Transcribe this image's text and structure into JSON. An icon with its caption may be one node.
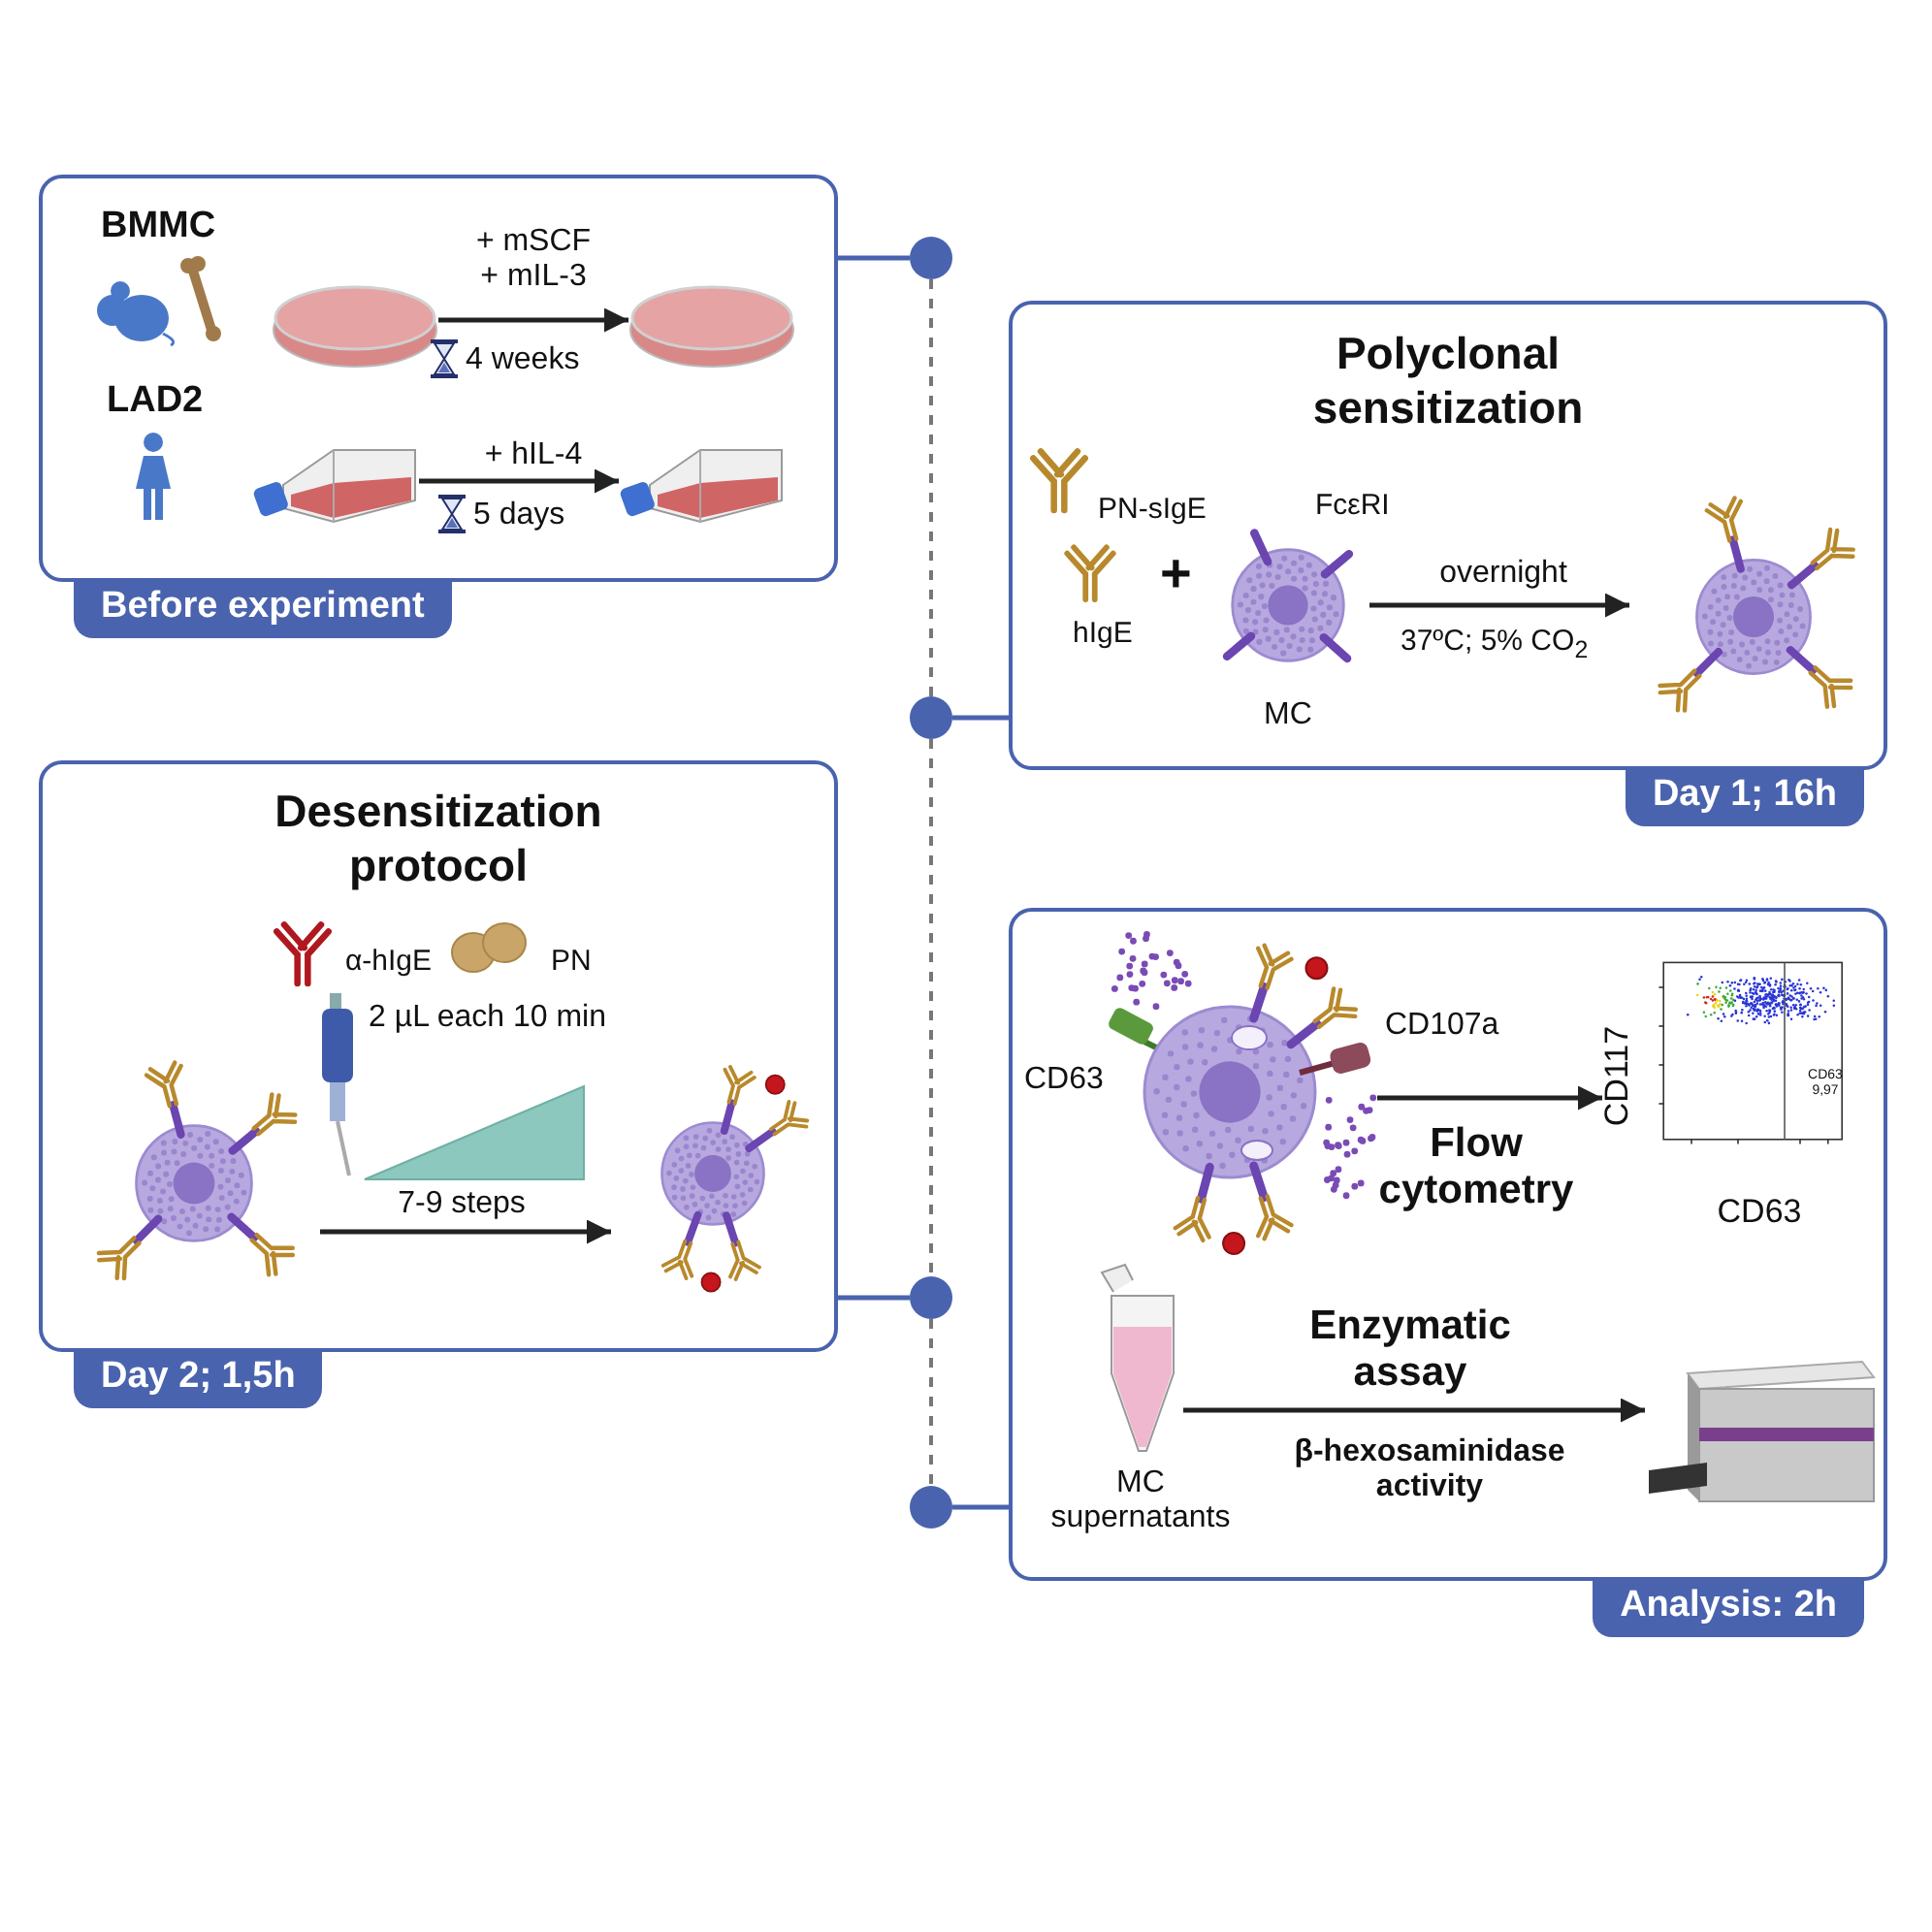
{
  "diagram": {
    "nodes": [
      {
        "text": [
          "Before experiment"
        ]
      },
      {
        "text": [],
        "shape": "picture",
        "in": 0
      },
      {
        "text": [],
        "shape": "picture",
        "in": 0
      },
      {
        "text": [],
        "shape": "picture",
        "in": 0
      },
      {
        "text": [],
        "shape": "picture",
        "in": 0
      },
      {
        "text": [
          "Polyclonal sensitization",
          "Day 1; 16h"
        ]
      },
      {
        "text": [],
        "shape": "picture",
        "in": 5,
        "beside": [
          "MC"
        ]
      },
      {
        "text": [],
        "shape": "picture",
        "in": 5
      },
      {
        "text": [
          "Desensitization protocol",
          "Day 2; 1,5h"
        ]
      },
      {
        "text": [],
        "shape": "picture",
        "in": 8
      },
      {
        "text": [],
        "shape": "picture",
        "in": 8
      },
      {
        "text": [
          "Analysis: 2h"
        ]
      },
      {
        "text": [],
        "shape": "picture",
        "in": 11,
        "beside": [
          "CD63",
          "CD107a"
        ]
      },
      {
        "text": [
          "CD117",
          "CD63",
          "CD63 9,97"
        ],
        "in": 11
      },
      {
        "text": [],
        "shape": "picture",
        "in": 11,
        "beside": [
          "MC supernatants"
        ]
      },
      {
        "text": [],
        "shape": "picture",
        "in": 11
      },
      {
        "text": [],
        "shape": "circle"
      },
      {
        "text": [],
        "shape": "circle"
      },
      {
        "text": [],
        "shape": "circle"
      },
      {
        "text": [],
        "shape": "circle"
      }
    ],
    "edges": [
      {
        "from": 1,
        "to": 2,
        "arrow": "to",
        "label": "+ mSCF + mIL-3"
      },
      {
        "from": 3,
        "to": 4,
        "arrow": "to",
        "label": "+ hIL-4"
      },
      {
        "from": 6,
        "to": 7,
        "arrow": "to",
        "label": "overnight"
      },
      {
        "from": 9,
        "to": 10,
        "arrow": "to",
        "label": "7-9 steps"
      },
      {
        "from": 12,
        "to": 13,
        "arrow": "to",
        "label": "Flow cytometry"
      },
      {
        "from": 14,
        "to": 15,
        "arrow": "to",
        "label": "Enzymatic assay"
      },
      {
        "from": 0,
        "to": 16,
        "arrow": "none",
        "color": "#4a63ae"
      },
      {
        "from": 5,
        "to": 17,
        "arrow": "none",
        "color": "#4a63ae"
      },
      {
        "from": 8,
        "to": 18,
        "arrow": "none",
        "color": "#4a63ae"
      },
      {
        "from": 11,
        "to": 19,
        "arrow": "none",
        "color": "#4a63ae"
      },
      {
        "from": 16,
        "to": 17,
        "arrow": "none",
        "style": "dashed",
        "color": "#777777"
      },
      {
        "from": 17,
        "to": 18,
        "arrow": "none",
        "style": "dashed",
        "color": "#777777"
      },
      {
        "from": 18,
        "to": 19,
        "arrow": "none",
        "style": "dashed",
        "color": "#777777"
      }
    ],
    "labels": [
      "BMMC",
      "LAD2",
      "4 weeks",
      "5 days",
      "PN-sIgE",
      "hIgE",
      "+",
      "FcεRI",
      "37ºC; 5% CO$_{2}$",
      "α-hIgE",
      "PN",
      "2 µL each 10 min",
      "β-hexosaminidase activity"
    ]
  }
}
